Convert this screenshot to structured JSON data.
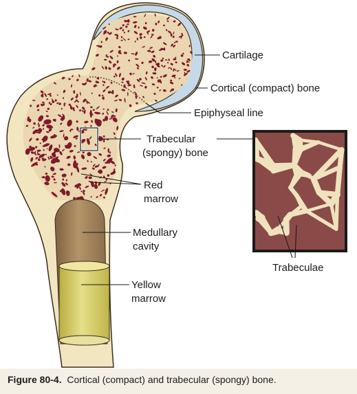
{
  "labels": {
    "cartilage": "Cartilage",
    "cortical_bone": "Cortical (compact) bone",
    "epiphyseal_line": "Epiphyseal line",
    "trabecular_line1": "Trabecular",
    "trabecular_line2": "(spongy) bone",
    "red_marrow_line1": "Red",
    "red_marrow_line2": "marrow",
    "medullary_cavity_line1": "Medullary",
    "medullary_cavity_line2": "cavity",
    "yellow_marrow_line1": "Yellow",
    "yellow_marrow_line2": "marrow",
    "trabeculae": "Trabeculae"
  },
  "caption": {
    "figure_number": "Figure 80-4.",
    "text": "Cortical (compact) and trabecular (spongy) bone."
  },
  "colors": {
    "bone": "#f2e6c1",
    "bone_outline": "#3a2b1a",
    "marrow_red": "#7d1a2a",
    "cartilage": "#c6d9e9",
    "cavity": "#9a7b55",
    "yellow_marrow": "#d8cf6a",
    "inset_background": "#8a4a48",
    "inset_trabeculae": "#efe2bd"
  }
}
